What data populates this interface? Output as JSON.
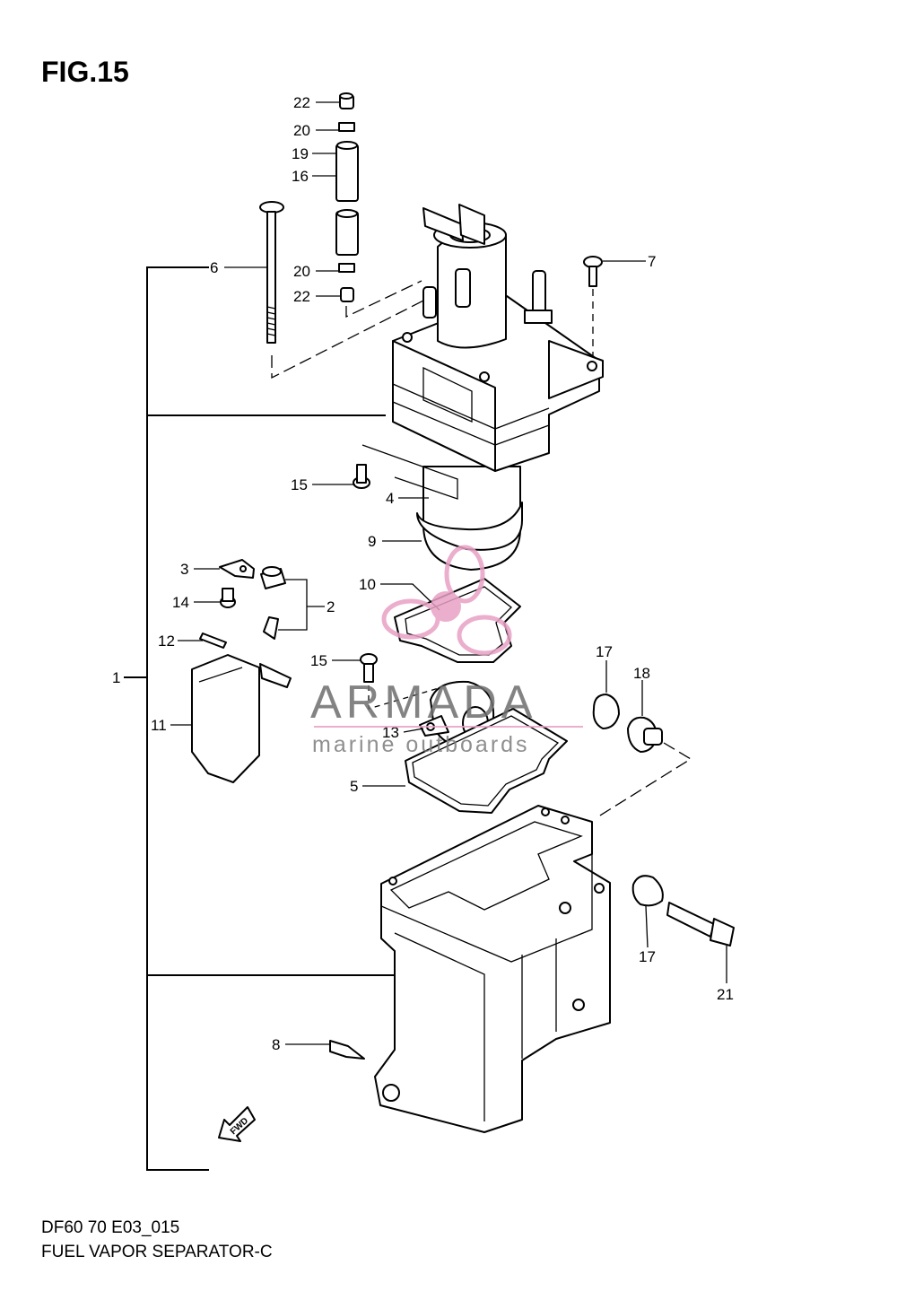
{
  "figure": {
    "title": "FIG.15",
    "code": "DF60 70 E03_015",
    "name": "FUEL VAPOR SEPARATOR-C"
  },
  "watermark": {
    "brand": "ARMADA",
    "tagline": "marine outboards",
    "accent_color": "#e8a0c4"
  },
  "callouts": {
    "c22a": "22",
    "c20a": "20",
    "c19": "19",
    "c16": "16",
    "c6": "6",
    "c20b": "20",
    "c22b": "22",
    "c7": "7",
    "c15a": "15",
    "c4": "4",
    "c9": "9",
    "c3": "3",
    "c2": "2",
    "c14": "14",
    "c10": "10",
    "c12": "12",
    "c1": "1",
    "c15b": "15",
    "c17a": "17",
    "c18": "18",
    "c11": "11",
    "c13": "13",
    "c5": "5",
    "c17b": "17",
    "c21": "21",
    "c8": "8"
  },
  "fwd_label": "FWD"
}
